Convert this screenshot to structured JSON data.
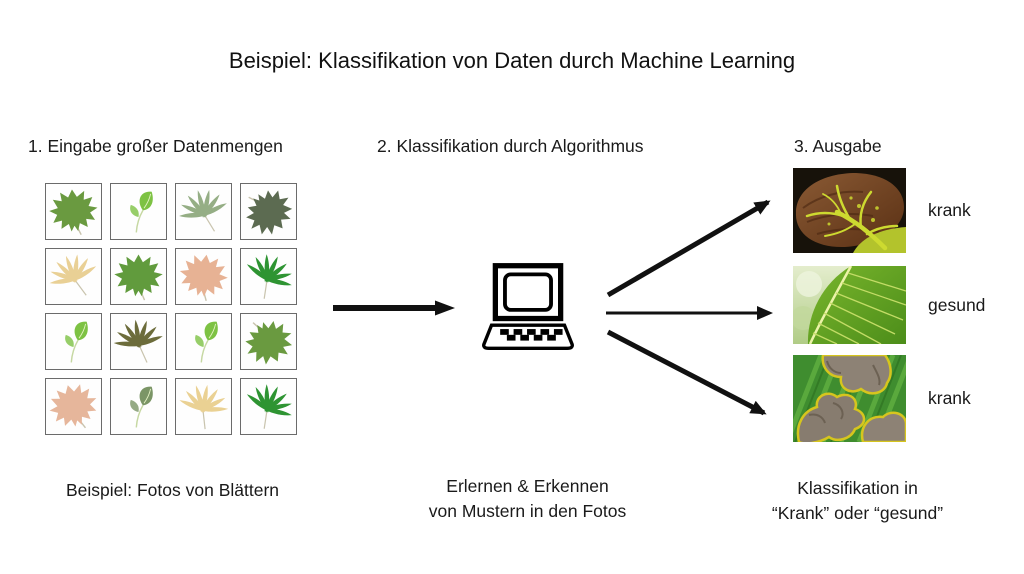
{
  "title": "Beispiel: Klassifikation von Daten durch Machine Learning",
  "sections": {
    "input": {
      "heading": "1. Eingabe großer Datenmengen",
      "caption": "Beispiel: Fotos von Blättern"
    },
    "process": {
      "heading": "2. Klassifikation durch Algorithmus",
      "caption_line1": "Erlernen & Erkennen",
      "caption_line2": "von Mustern in den Fotos"
    },
    "output": {
      "heading": "3. Ausgabe",
      "caption_line1": "Klassifikation in",
      "caption_line2": "“Krank” oder “gesund”"
    }
  },
  "icons": {
    "computer": "laptop-icon",
    "flow_main": "arrow-right-icon",
    "flow_fan": "three-arrows-fan-icon"
  },
  "leaf_grid": {
    "rows": 4,
    "cols": 4,
    "cells": [
      {
        "type": "maple",
        "color": "#6a9a40",
        "rotate": -4
      },
      {
        "type": "sprout",
        "color": "#7dc243",
        "rotate": 0
      },
      {
        "type": "palmate",
        "color": "#95ae85",
        "rotate": -15
      },
      {
        "type": "maple",
        "color": "#5c6b51",
        "rotate": 140
      },
      {
        "type": "palmate",
        "color": "#e9d095",
        "rotate": -20
      },
      {
        "type": "maple",
        "color": "#619b3d",
        "rotate": 0
      },
      {
        "type": "maple",
        "color": "#e7b294",
        "rotate": 8
      },
      {
        "type": "palmate",
        "color": "#2e9432",
        "rotate": 25
      },
      {
        "type": "sprout",
        "color": "#7dc243",
        "rotate": 0
      },
      {
        "type": "palmate",
        "color": "#6c6c3b",
        "rotate": -8
      },
      {
        "type": "sprout",
        "color": "#7dc243",
        "rotate": 0
      },
      {
        "type": "maple",
        "color": "#6a9a40",
        "rotate": 155
      },
      {
        "type": "maple",
        "color": "#e6b69b",
        "rotate": -15
      },
      {
        "type": "sprout",
        "color": "#7b9566",
        "rotate": 0
      },
      {
        "type": "palmate",
        "color": "#ead193",
        "rotate": 10
      },
      {
        "type": "palmate",
        "color": "#2e9432",
        "rotate": 25
      }
    ]
  },
  "outputs": [
    {
      "label": "krank",
      "image": "diseased-vein-leaf-photo"
    },
    {
      "label": "gesund",
      "image": "healthy-leaf-photo"
    },
    {
      "label": "krank",
      "image": "blight-leaf-photo"
    }
  ],
  "colors": {
    "background": "#ffffff",
    "text": "#1a1a1a",
    "arrow": "#111111",
    "cell_border": "#6b6b6b",
    "disease_vein_yellow": "#cdda30",
    "healthy_green": "#4c8d1a",
    "blight_gray": "#8d8275"
  }
}
